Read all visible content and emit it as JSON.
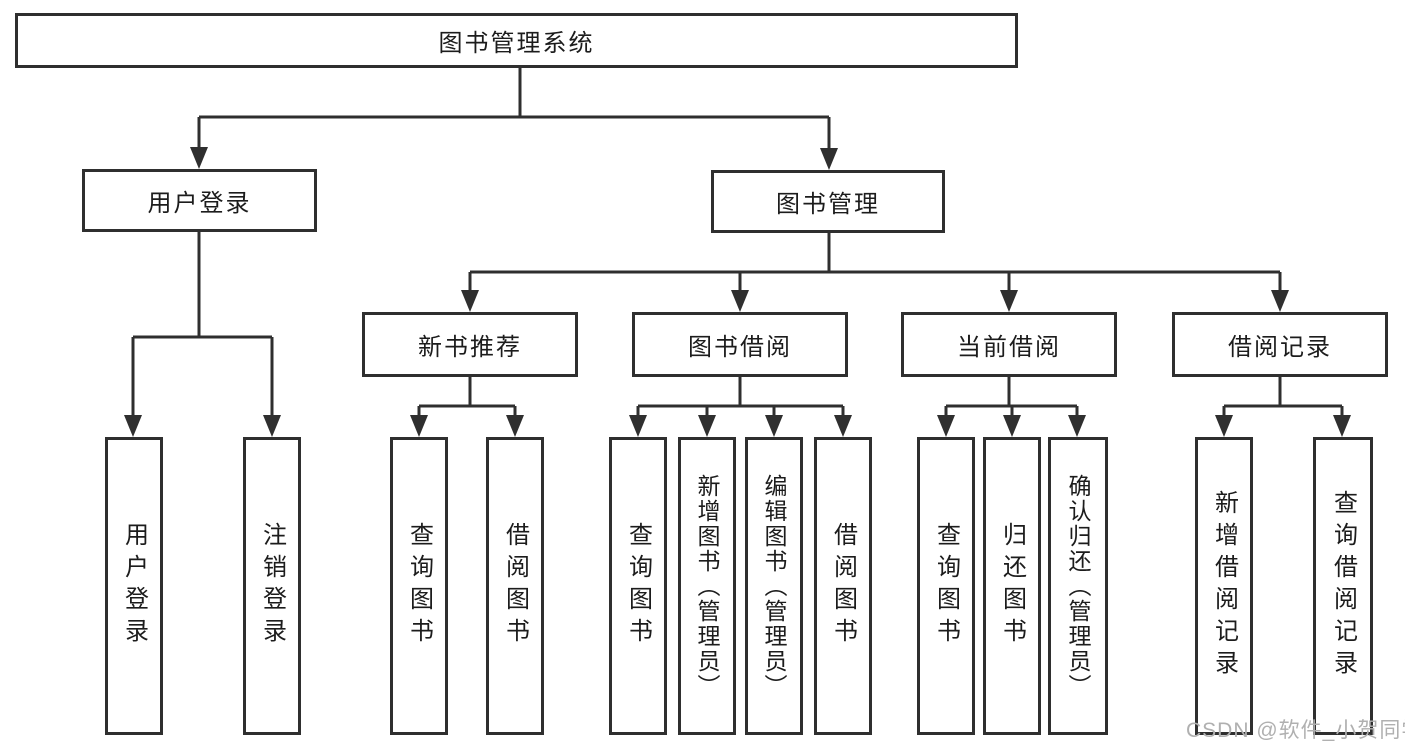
{
  "diagram": {
    "root": {
      "label": "图书管理系统"
    },
    "branches": [
      {
        "label": "用户登录",
        "children": [
          {
            "label": "用户登录"
          },
          {
            "label": "注销登录"
          }
        ]
      },
      {
        "label": "图书管理",
        "children": [
          {
            "label": "新书推荐",
            "children": [
              {
                "label": "查询图书"
              },
              {
                "label": "借阅图书"
              }
            ]
          },
          {
            "label": "图书借阅",
            "children": [
              {
                "label": "查询图书"
              },
              {
                "label": "新增图书（管理员）"
              },
              {
                "label": "编辑图书（管理员）"
              },
              {
                "label": "借阅图书"
              }
            ]
          },
          {
            "label": "当前借阅",
            "children": [
              {
                "label": "查询图书"
              },
              {
                "label": "归还图书"
              },
              {
                "label": "确认归还（管理员）"
              }
            ]
          },
          {
            "label": "借阅记录",
            "children": [
              {
                "label": "新增借阅记录"
              },
              {
                "label": "查询借阅记录"
              }
            ]
          }
        ]
      }
    ],
    "watermark": "CSDN @软件_小贺同学",
    "colors": {
      "line": "#2f2f2f",
      "text": "#1c1c1c",
      "box_fill": "#ffffff",
      "watermark": "#b0b0b0"
    }
  }
}
